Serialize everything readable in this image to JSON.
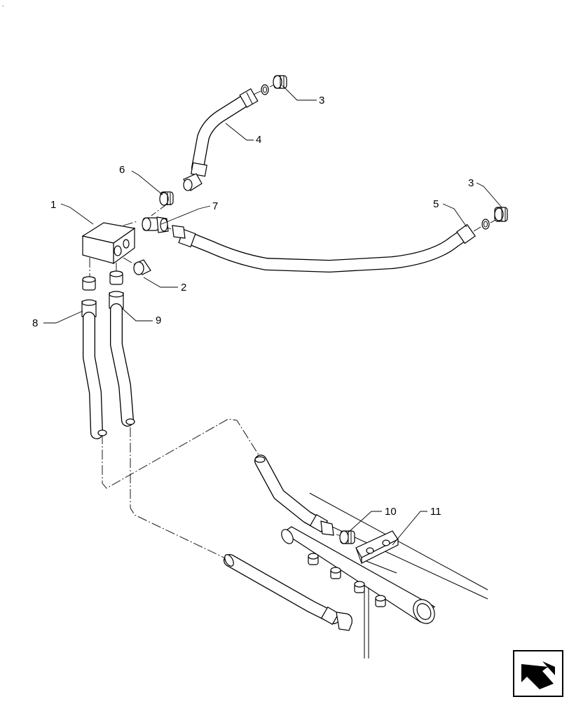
{
  "diagram": {
    "corner_mark": ".",
    "callouts": [
      {
        "id": "c1",
        "label": "1"
      },
      {
        "id": "c2",
        "label": "2"
      },
      {
        "id": "c3a",
        "label": "3"
      },
      {
        "id": "c3b",
        "label": "3"
      },
      {
        "id": "c4",
        "label": "4"
      },
      {
        "id": "c5",
        "label": "5"
      },
      {
        "id": "c6",
        "label": "6"
      },
      {
        "id": "c7",
        "label": "7"
      },
      {
        "id": "c8",
        "label": "8"
      },
      {
        "id": "c9",
        "label": "9"
      },
      {
        "id": "c10",
        "label": "10"
      },
      {
        "id": "c11",
        "label": "11"
      }
    ],
    "nav_icon": "previous-page-arrow-icon"
  }
}
